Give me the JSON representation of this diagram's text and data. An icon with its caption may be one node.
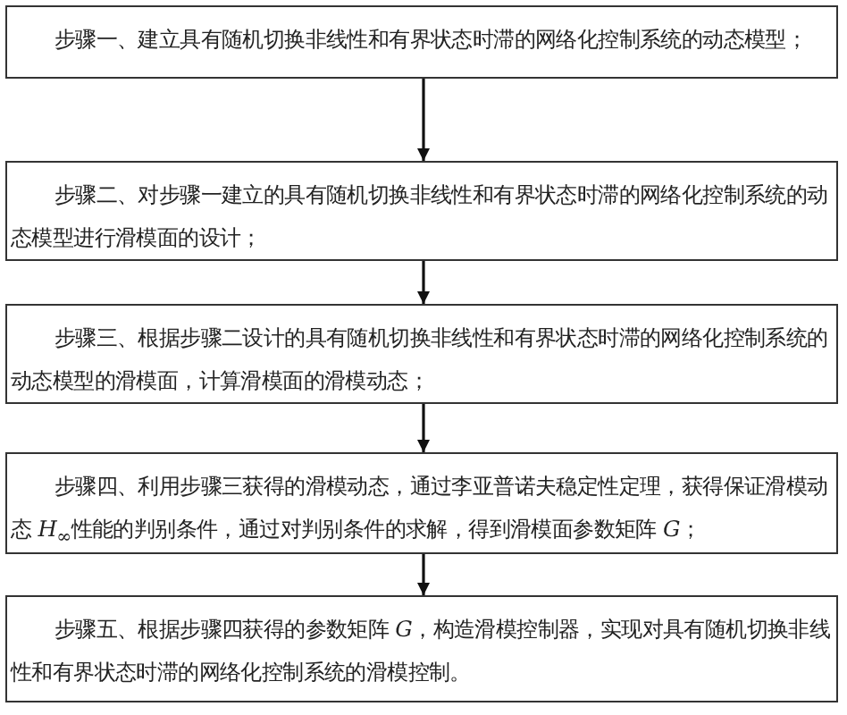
{
  "diagram": {
    "nodes": [
      {
        "text": [
          "步骤一、建立具有随机切换非线性和有界状态时滞的网络化控制系统的动态模型；"
        ]
      },
      {
        "text": [
          "步骤二、对步骤一建立的具有随机切换非线性和有界状态时滞的网络化控制系统的动态模型进行滑模面的设计；"
        ]
      },
      {
        "text": [
          "步骤三、根据步骤二设计的具有随机切换非线性和有界状态时滞的网络化控制系统的动态模型的滑模面，计算滑模面的滑模动态；"
        ]
      },
      {
        "text": [
          "步骤四、利用步骤三获得的滑模动态，通过李亚普诺夫稳定性定理，获得保证滑模动态 *H*$_{∞}$性能的判别条件，通过对判别条件的求解，得到滑模面参数矩阵 *G*；"
        ]
      },
      {
        "text": [
          "步骤五、根据步骤四获得的参数矩阵 *G*，构造滑模控制器，实现对具有随机切换非线性和有界状态时滞的网络化控制系统的滑模控制。"
        ]
      }
    ],
    "edges": [
      {
        "from": 0,
        "to": 1,
        "arrow": "to"
      },
      {
        "from": 1,
        "to": 2,
        "arrow": "to"
      },
      {
        "from": 2,
        "to": 3,
        "arrow": "to"
      },
      {
        "from": 3,
        "to": 4,
        "arrow": "to"
      }
    ]
  }
}
